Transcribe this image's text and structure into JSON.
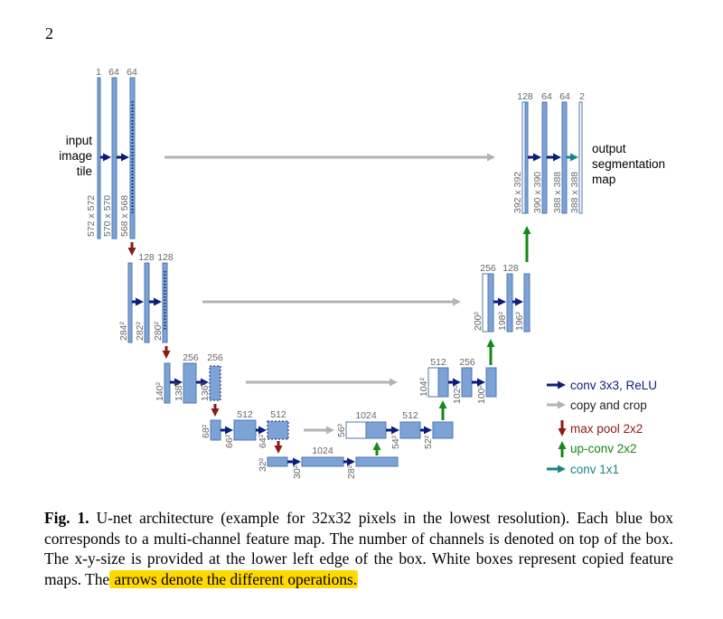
{
  "page_number": "2",
  "colors": {
    "box": "#7da3d6",
    "box_stroke": "#4f77b1",
    "conv": "#0d1c7a",
    "crop": "#b3b3b3",
    "pool": "#8c1a16",
    "upconv": "#138a13",
    "conv1x1": "#1c8484",
    "text_gray": "#666666",
    "highlight": "#ffd900"
  },
  "diagram": {
    "input_label": [
      "input",
      "image",
      "tile"
    ],
    "output_label": [
      "output",
      "segmentation",
      "map"
    ],
    "channels": {
      "l0": [
        "1",
        "64",
        "64"
      ],
      "l1": [
        "128",
        "128"
      ],
      "l2": [
        "256",
        "256"
      ],
      "l3": [
        "512",
        "512"
      ],
      "l4": [
        "1024"
      ],
      "u3": [
        "1024",
        "512"
      ],
      "u2": [
        "512",
        "256"
      ],
      "u1": [
        "256",
        "128"
      ],
      "u0": [
        "128",
        "64",
        "64",
        "2"
      ]
    },
    "sizes": {
      "l0": [
        "572 x 572",
        "570 x 570",
        "568 x 568"
      ],
      "l1": [
        "284²",
        "282²",
        "280²"
      ],
      "l2": [
        "140²",
        "138²",
        "136²"
      ],
      "l3": [
        "68²",
        "66²",
        "64²"
      ],
      "l4": [
        "32²",
        "30²",
        "28²"
      ],
      "u3": [
        "56²",
        "54²",
        "52²"
      ],
      "u2": [
        "104²",
        "102²",
        "100²"
      ],
      "u1": [
        "200²",
        "198²",
        "196²"
      ],
      "u0": [
        "392 x 392",
        "390 x 390",
        "388 x 388",
        "388 x 388"
      ]
    }
  },
  "legend": {
    "conv": "conv 3x3, ReLU",
    "crop": "copy and crop",
    "pool": "max pool 2x2",
    "upconv": "up-conv 2x2",
    "conv1x1": "conv 1x1"
  },
  "caption": {
    "label": "Fig. 1.",
    "text": " U-net architecture (example for 32x32 pixels in the lowest resolution). Each blue box corresponds to a multi-channel feature map. The number of channels is denoted on top of the box. The x-y-size is provided at the lower left edge of the box. White boxes represent copied feature maps. The",
    "highlighted": " arrows denote the different operations."
  }
}
